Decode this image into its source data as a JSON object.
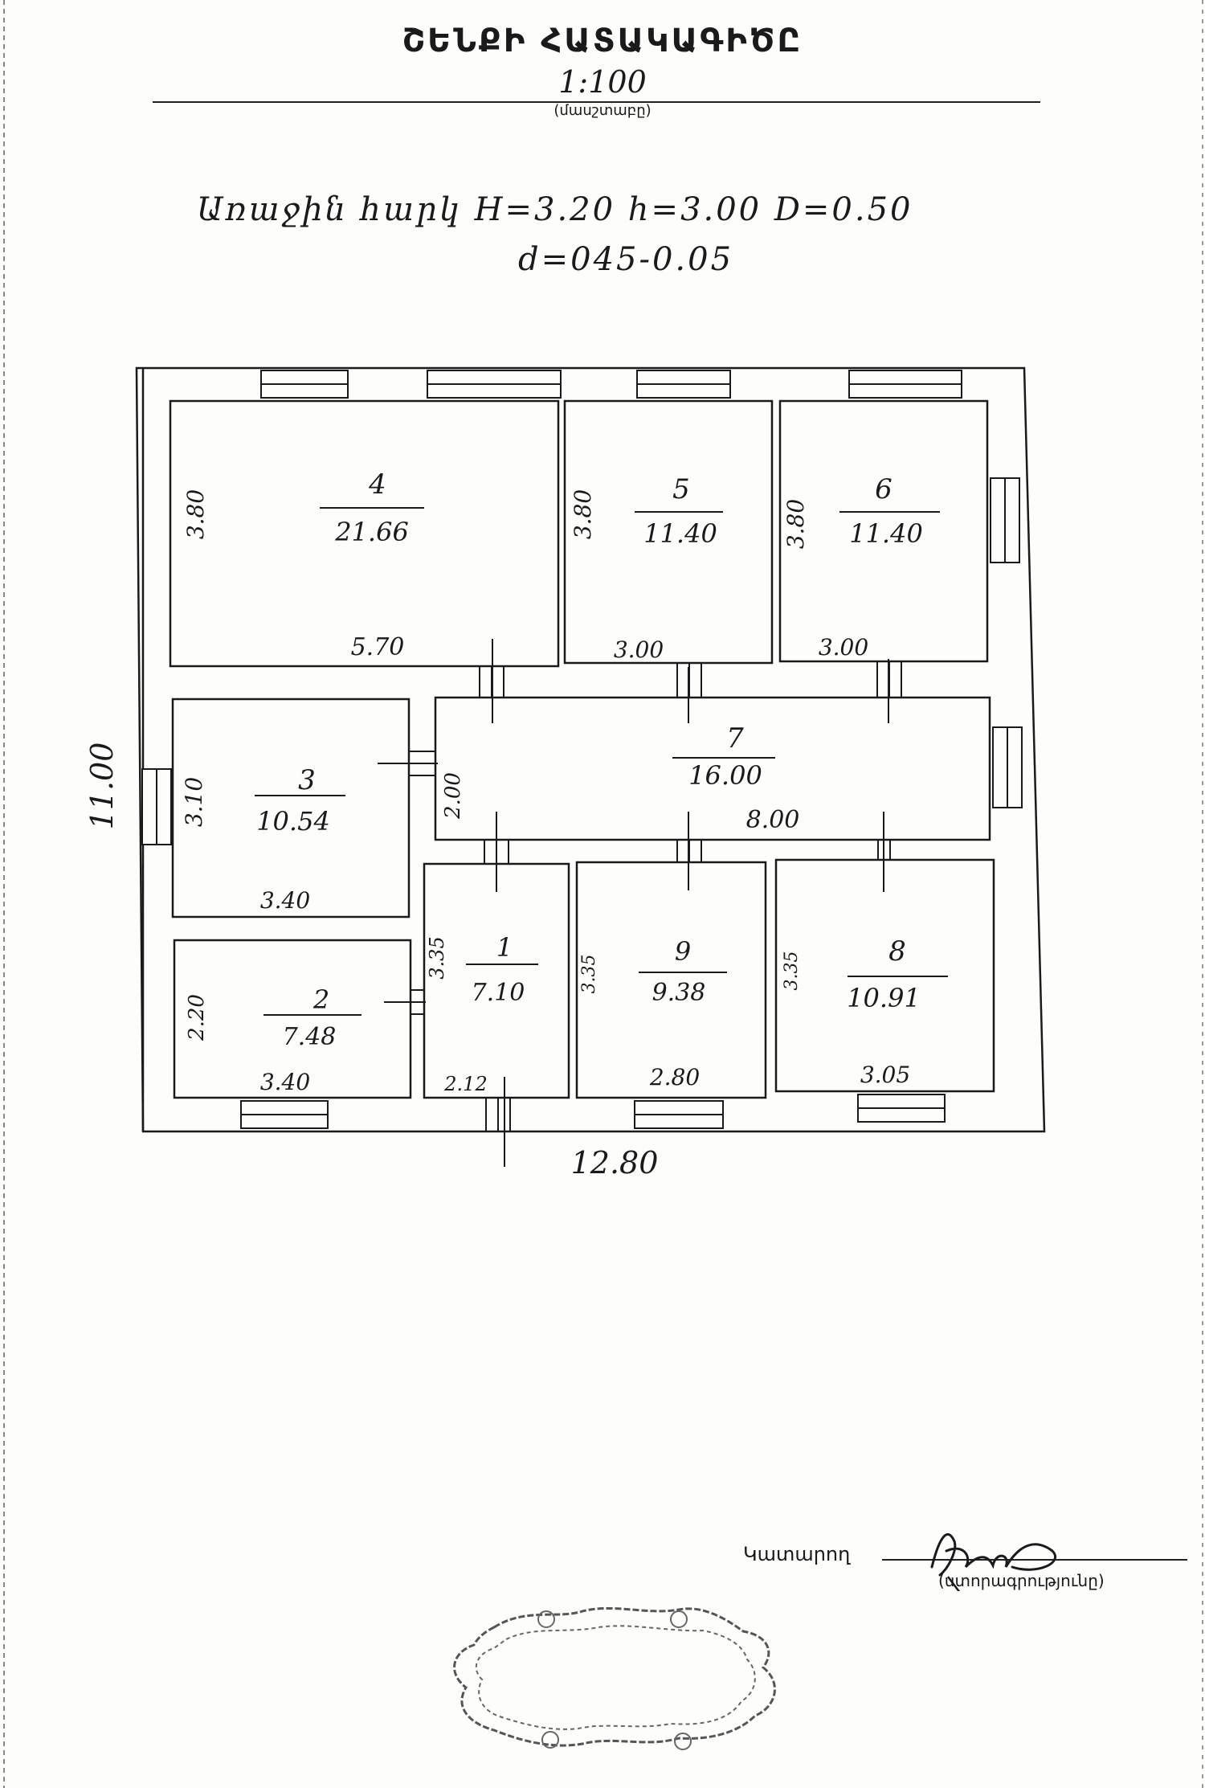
{
  "document": {
    "title": "ՇԵՆՔԻ ՀԱՏԱԿԱԳԻԾԸ",
    "scale": "1:100",
    "scale_caption": "(մասշտաբը)",
    "height_line_1": "Առաջին հարկ H=3.20 h=3.00 D=0.50",
    "height_line_2": "d=045-0.05",
    "performer_label": "Կատարող",
    "signature_caption": "(ստորագրությունը)"
  },
  "plan": {
    "overall_height": "11.00",
    "overall_width": "12.80",
    "rooms": [
      {
        "number": "4",
        "area": "21.66",
        "height_dim": "3.80",
        "width_dim": "5.70"
      },
      {
        "number": "5",
        "area": "11.40",
        "height_dim": "3.80",
        "width_dim": "3.00"
      },
      {
        "number": "6",
        "area": "11.40",
        "height_dim": "3.80",
        "width_dim": "3.00"
      },
      {
        "number": "3",
        "area": "10.54",
        "height_dim": "3.10",
        "width_dim": "3.40"
      },
      {
        "number": "7",
        "area": "16.00",
        "height_dim": "2.00",
        "width_dim": "8.00"
      },
      {
        "number": "2",
        "area": "7.48",
        "height_dim": "2.20",
        "width_dim": "3.40"
      },
      {
        "number": "1",
        "area": "7.10",
        "height_dim": "3.35",
        "width_dim": "2.12"
      },
      {
        "number": "9",
        "area": "9.38",
        "height_dim": "3.35",
        "width_dim": "2.80"
      },
      {
        "number": "8",
        "area": "10.91",
        "height_dim": "3.35",
        "width_dim": "3.05"
      }
    ]
  },
  "colors": {
    "ink": "#1a1a1a",
    "paper": "#fdfdfb",
    "stamp_ink": "#555555"
  }
}
